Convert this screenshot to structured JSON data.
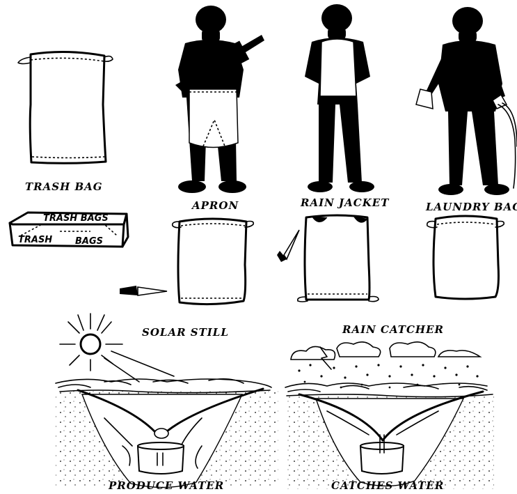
{
  "labels": {
    "trash_bag": "TRASH BAG",
    "apron": "APRON",
    "rain_jacket": "RAIN JACKET",
    "laundry_bag": "LAUNDRY BAG",
    "box_top": "TRASH BAGS",
    "box_front_1": "TRASH",
    "box_front_2": "BAGS",
    "solar_still": "SOLAR STILL",
    "produce_water": "PRODUCE WATER",
    "rain_catcher": "RAIN CATCHER",
    "catches_water": "CATCHES WATER"
  }
}
